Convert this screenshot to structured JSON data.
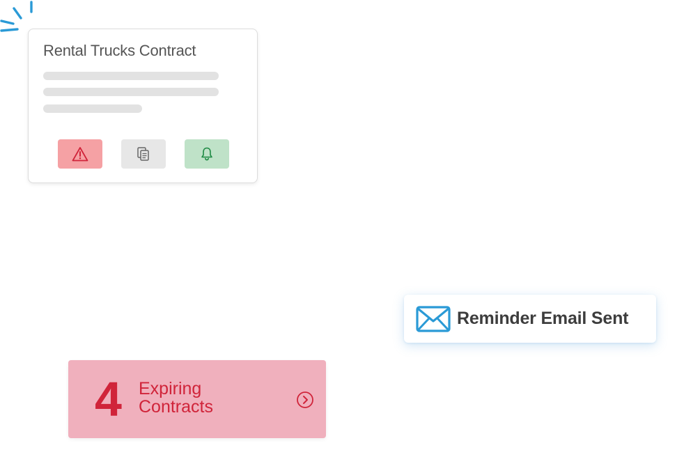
{
  "decoration": {
    "sparkle_icon": "sparkle-burst-icon",
    "sparkle_color": "#2a9ad6"
  },
  "contract_card": {
    "title": "Rental Trucks Contract",
    "actions": [
      {
        "icon": "warning-icon",
        "color": "#f5a1a4",
        "icon_color": "#d0243a"
      },
      {
        "icon": "copy-icon",
        "color": "#e7e7e7",
        "icon_color": "#666666"
      },
      {
        "icon": "bell-icon",
        "color": "#bfe2c8",
        "icon_color": "#1f8a44"
      }
    ]
  },
  "toast": {
    "icon": "mail-icon",
    "icon_color": "#2a9ad6",
    "text": "Reminder Email Sent"
  },
  "expiring": {
    "count": "4",
    "line1": "Expiring",
    "line2": "Contracts",
    "icon": "chevron-right-circle-icon",
    "background": "#f0b0bd",
    "accent": "#d0243a"
  }
}
